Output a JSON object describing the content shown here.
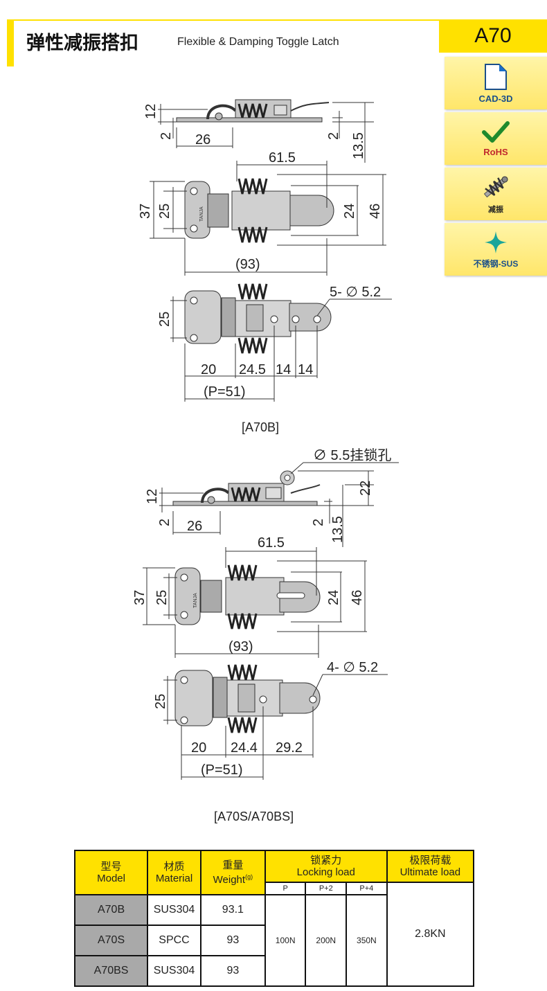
{
  "header": {
    "title_cn": "弹性减振搭扣",
    "title_en": "Flexible & Damping Toggle Latch",
    "model": "A70",
    "accent_color": "#ffe100"
  },
  "side_badges": [
    {
      "label": "CAD-3D",
      "icon": "document-icon"
    },
    {
      "label": "RoHS",
      "icon": "checkmark-icon"
    },
    {
      "label": "减振",
      "icon": "spring-icon"
    },
    {
      "label": "不锈钢-SUS",
      "icon": "sparkle-icon"
    }
  ],
  "drawing1": {
    "caption": "[A70B]",
    "side_dims": {
      "h12": "12",
      "h2a": "2",
      "w26": "26",
      "h2b": "2",
      "h13_5": "13.5"
    },
    "top_dims": {
      "w61_5": "61.5",
      "h37": "37",
      "h25": "25",
      "h24": "24",
      "h46": "46",
      "w93": "(93)"
    },
    "bottom_dims": {
      "holes": "5- ∅ 5.2",
      "h25": "25",
      "w20": "20",
      "w24_5": "24.5",
      "w14a": "14",
      "w14b": "14",
      "pitch": "(P=51)"
    },
    "brand": "TANJA"
  },
  "drawing2": {
    "caption": "[A70S/A70BS]",
    "padlock": "∅ 5.5挂锁孔",
    "side_dims": {
      "h12": "12",
      "h2a": "2",
      "w26": "26",
      "h2b": "2",
      "h13_5": "13.5",
      "h22": "22"
    },
    "top_dims": {
      "w61_5": "61.5",
      "h37": "37",
      "h25": "25",
      "h24": "24",
      "h46": "46",
      "w93": "(93)"
    },
    "bottom_dims": {
      "holes": "4- ∅ 5.2",
      "h25": "25",
      "w20": "20",
      "w24_4": "24.4",
      "w29_2": "29.2",
      "pitch": "(P=51)"
    },
    "brand": "TANJA"
  },
  "table": {
    "headers": {
      "model_cn": "型号",
      "model_en": "Model",
      "material_cn": "材质",
      "material_en": "Material",
      "weight_cn": "重量",
      "weight_en": "Weight",
      "weight_unit": "(g)",
      "locking_cn": "锁紧力",
      "locking_en": "Locking load",
      "ultimate_cn": "极限荷载",
      "ultimate_en": "Ultimate load"
    },
    "locking_sub": [
      "P",
      "P+2",
      "P+4"
    ],
    "rows": [
      {
        "model": "A70B",
        "material": "SUS304",
        "weight": "93.1"
      },
      {
        "model": "A70S",
        "material": "SPCC",
        "weight": "93"
      },
      {
        "model": "A70BS",
        "material": "SUS304",
        "weight": "93"
      }
    ],
    "locking_values": [
      "100N",
      "200N",
      "350N"
    ],
    "ultimate": "2.8KN"
  }
}
